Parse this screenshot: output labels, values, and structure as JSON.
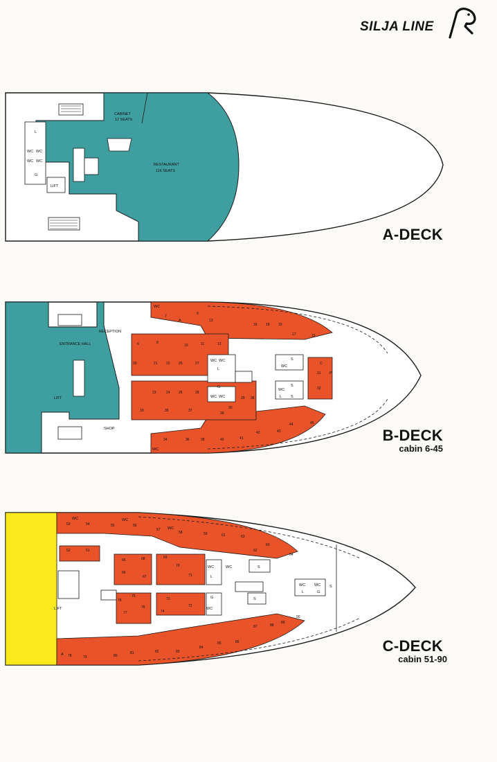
{
  "brand": {
    "name": "SILJA LINE",
    "logo_icon": "seal-logo-icon"
  },
  "colors": {
    "public_area": "#3f9ea0",
    "cabin": "#e8532a",
    "car_deck": "#fbe91e",
    "hull": "#ffffff",
    "line": "#1a1a1a"
  },
  "decks": {
    "a": {
      "title": "A-DECK",
      "labels": {
        "cabinet": "CABINET",
        "cabinet_seats": "12 SEATS",
        "restaurant": "RESTAURANT",
        "restaurant_seats": "116 SEATS",
        "lift": "LIFT",
        "wc": "WC",
        "l": "L",
        "g": "G"
      }
    },
    "b": {
      "title": "B-DECK",
      "subtitle": "cabin 6-45",
      "labels": {
        "entrance_hall": "ENTRANCE HALL",
        "reception": "RECEPTION",
        "shop": "SHOP",
        "lift": "LIFT",
        "wc": "WC",
        "a": "A",
        "p": "P",
        "c": "C",
        "l": "L",
        "g": "G",
        "s": "S"
      },
      "cabins_top": [
        "7",
        "9",
        "13",
        "16",
        "18",
        "19",
        "17",
        "15"
      ],
      "cabins_row1": [
        "6",
        "8",
        "10",
        "11",
        "12"
      ],
      "cabins_row2": [
        "20",
        "21",
        "22",
        "25",
        "27"
      ],
      "cabins_row3": [
        "23",
        "24",
        "26",
        "28",
        "29",
        "30",
        "36"
      ],
      "cabins_row4": [
        "33",
        "35",
        "37",
        "39"
      ],
      "cabins_bottom": [
        "34",
        "36",
        "38",
        "40",
        "41",
        "42",
        "43",
        "44",
        "45"
      ],
      "cabins_bow": [
        "31",
        "32"
      ]
    },
    "c": {
      "title": "C-DECK",
      "subtitle": "cabin 51-90",
      "labels": {
        "lift": "LIFT",
        "wc": "WC",
        "a": "A",
        "l": "L",
        "g": "G",
        "s": "S"
      },
      "cabins_top": [
        "53",
        "54",
        "55",
        "56",
        "57",
        "58",
        "59",
        "61",
        "63",
        "60",
        "62",
        "64"
      ],
      "cabins_mid1": [
        "52",
        "51",
        "65",
        "66",
        "67",
        "68",
        "69",
        "70",
        "71"
      ],
      "cabins_mid2": [
        "73",
        "74",
        "72",
        "75",
        "76",
        "77",
        "78"
      ],
      "cabins_bottom": [
        "79",
        "80",
        "81",
        "82",
        "83",
        "84",
        "85",
        "86",
        "87",
        "88",
        "89",
        "90",
        "78"
      ]
    }
  }
}
